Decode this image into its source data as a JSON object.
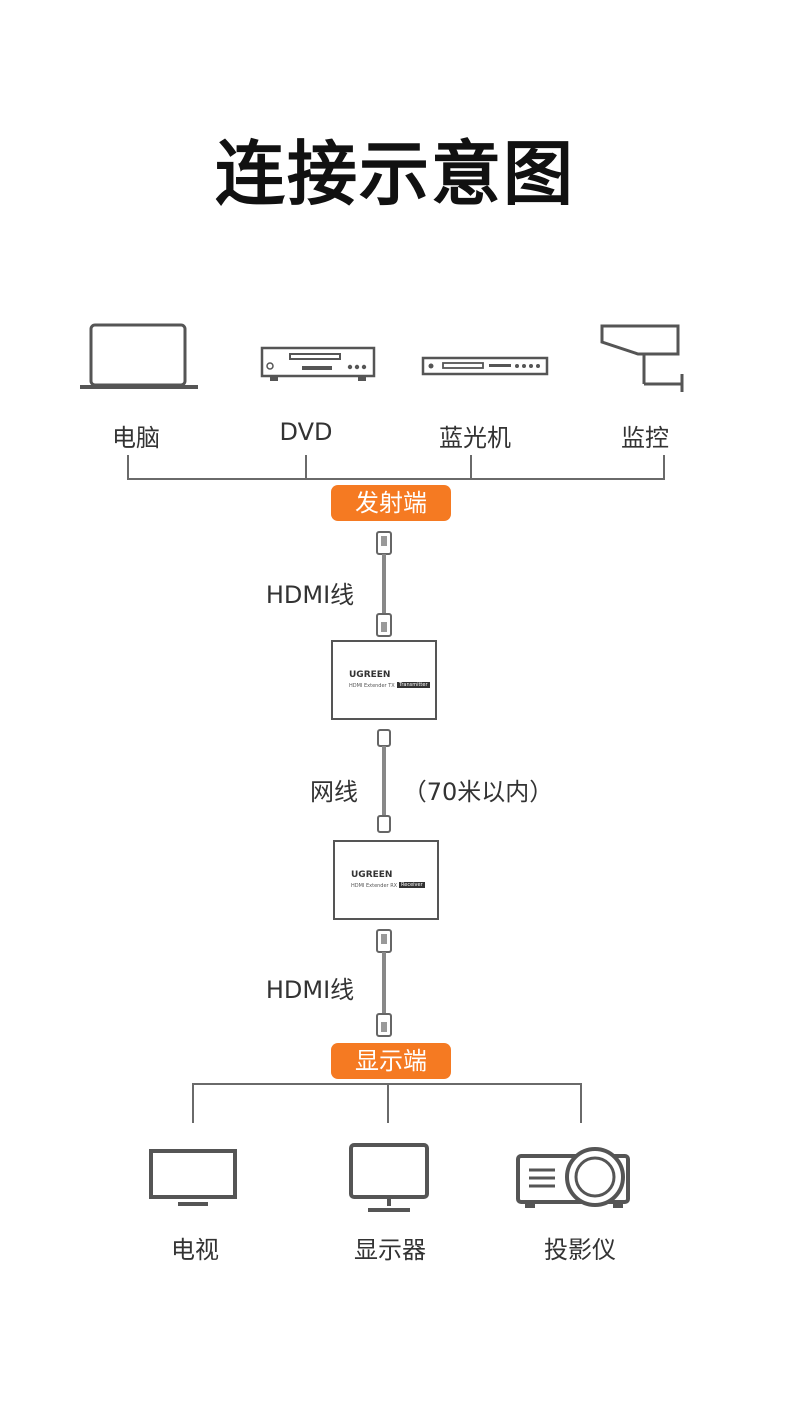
{
  "title": "连接示意图",
  "sources": [
    {
      "label": "电脑",
      "icon": "laptop-icon"
    },
    {
      "label": "DVD",
      "icon": "dvd-player-icon"
    },
    {
      "label": "蓝光机",
      "icon": "bluray-player-icon"
    },
    {
      "label": "监控",
      "icon": "security-camera-icon"
    }
  ],
  "transmitter_tag": "发射端",
  "receiver_tag": "显示端",
  "cable_hdmi_top": "HDMI线",
  "cable_network": "网线",
  "cable_network_note": "（70米以内）",
  "cable_hdmi_bottom": "HDMI线",
  "transmitter_box": {
    "brand": "UGREEN",
    "model": "HDMI Extender TX",
    "tag": "Transmitter"
  },
  "receiver_box": {
    "brand": "UGREEN",
    "model": "HDMI Extender RX",
    "tag": "Receiver"
  },
  "displays": [
    {
      "label": "电视",
      "icon": "tv-icon"
    },
    {
      "label": "显示器",
      "icon": "monitor-icon"
    },
    {
      "label": "投影仪",
      "icon": "projector-icon"
    }
  ],
  "colors": {
    "accent": "#f57a22",
    "line": "#6a6a6a"
  }
}
